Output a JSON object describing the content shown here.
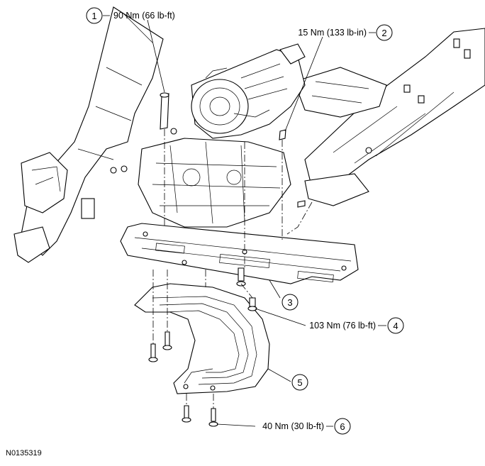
{
  "figure_id": "N0135319",
  "callouts": [
    {
      "number": "1",
      "torque": "90 Nm (66 lb-ft)"
    },
    {
      "number": "2",
      "torque": "15 Nm (133 lb-in)"
    },
    {
      "number": "3",
      "torque": ""
    },
    {
      "number": "4",
      "torque": "103 Nm (76 lb-ft)"
    },
    {
      "number": "5",
      "torque": ""
    },
    {
      "number": "6",
      "torque": "40 Nm (30 lb-ft)"
    }
  ]
}
